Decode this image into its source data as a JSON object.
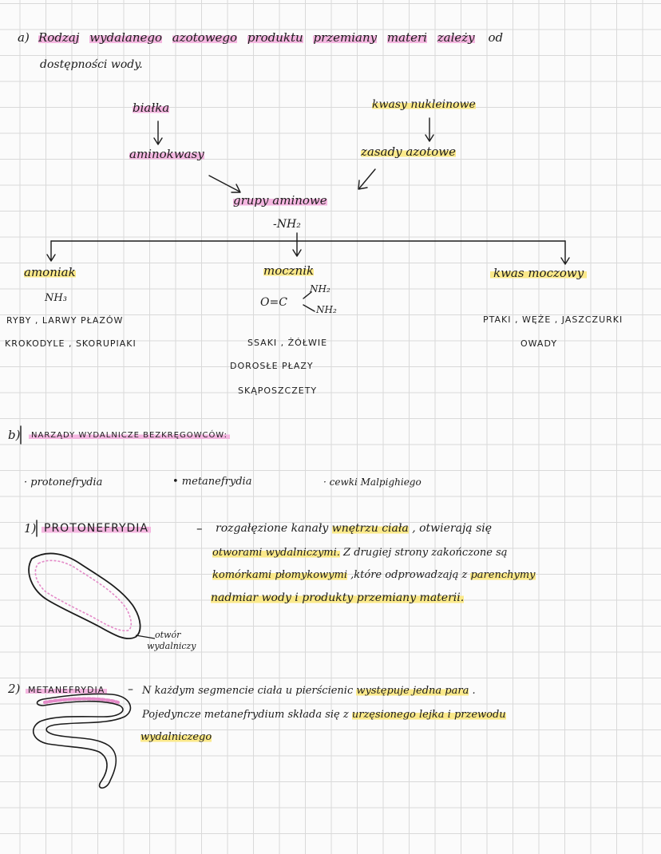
{
  "section_a": {
    "marker": "a)",
    "title": [
      "Rodzaj",
      "wydalanego",
      "azotowego",
      "produktu",
      "przemiany",
      "materi",
      "zależy",
      "od"
    ],
    "title_line2": "dostępności wody.",
    "sources": {
      "left": "białka",
      "right": "kwasy nukleinowe"
    },
    "intermediates": {
      "left": "aminokwasy",
      "right": "zasady azotowe"
    },
    "center": {
      "label": "grupy aminowe",
      "formula": "-NH₂"
    },
    "products": {
      "ammonia": {
        "name": "amoniak",
        "formula": "NH₃",
        "animals": [
          "RYBY , LARWY PŁAZÓW",
          "KROKODYLE , SKORUPIAKI"
        ]
      },
      "urea": {
        "name": "mocznik",
        "formula_left": "O=C",
        "formula_top": "NH₂",
        "formula_bottom": "NH₂",
        "animals": [
          "SSAKI , ŻÓŁWIE",
          "DOROSŁE PŁAZY",
          "SKĄPOSZCZETY"
        ]
      },
      "uric_acid": {
        "name": "kwas moczowy",
        "animals": [
          "PTAKI , WĘŻE , JASZCZURKI",
          "OWADY"
        ]
      }
    }
  },
  "section_b": {
    "marker": "b)",
    "title": "NARZĄDY WYDALNICZE BEZKRĘGOWCÓW:",
    "bullets": [
      "· protonefrydia",
      "• metanefrydia",
      "· cewki Malpighiego"
    ],
    "protonephridia": {
      "number": "1)",
      "name": "PROTONEFRYDIA",
      "dash": "–",
      "lines": [
        [
          "rozgałęzione kanały ",
          {
            "y": "wnętrzu ciała"
          },
          " , otwierają się"
        ],
        [
          {
            "y": "otworami wydalniczymi."
          },
          " Z drugiej strony zakończone są"
        ],
        [
          {
            "y": "komórkami płomykowymi"
          },
          " ,które odprowadzają z ",
          {
            "y": "parenchymy"
          }
        ],
        [
          {
            "y": "nadmiar wody i produkty przemiany materii."
          }
        ]
      ],
      "figure_label": [
        "otwór",
        "wydalniczy"
      ]
    },
    "metanephridia": {
      "number": "2)",
      "name": "METANEFRYDIA",
      "dash": "–",
      "lines": [
        [
          "N każdym segmencie ciała u pierścienic ",
          {
            "y": "występuje jedna para"
          },
          " ."
        ],
        [
          "Pojedyncze metanefrydium składa się z ",
          {
            "y": "urzęsionego lejka i przewodu"
          }
        ],
        [
          {
            "y": "wydalniczego"
          }
        ]
      ]
    }
  },
  "colors": {
    "pink_highlight": "#f4b6e0",
    "yellow_highlight": "#fbe98a",
    "ink": "#1c1c1c"
  }
}
